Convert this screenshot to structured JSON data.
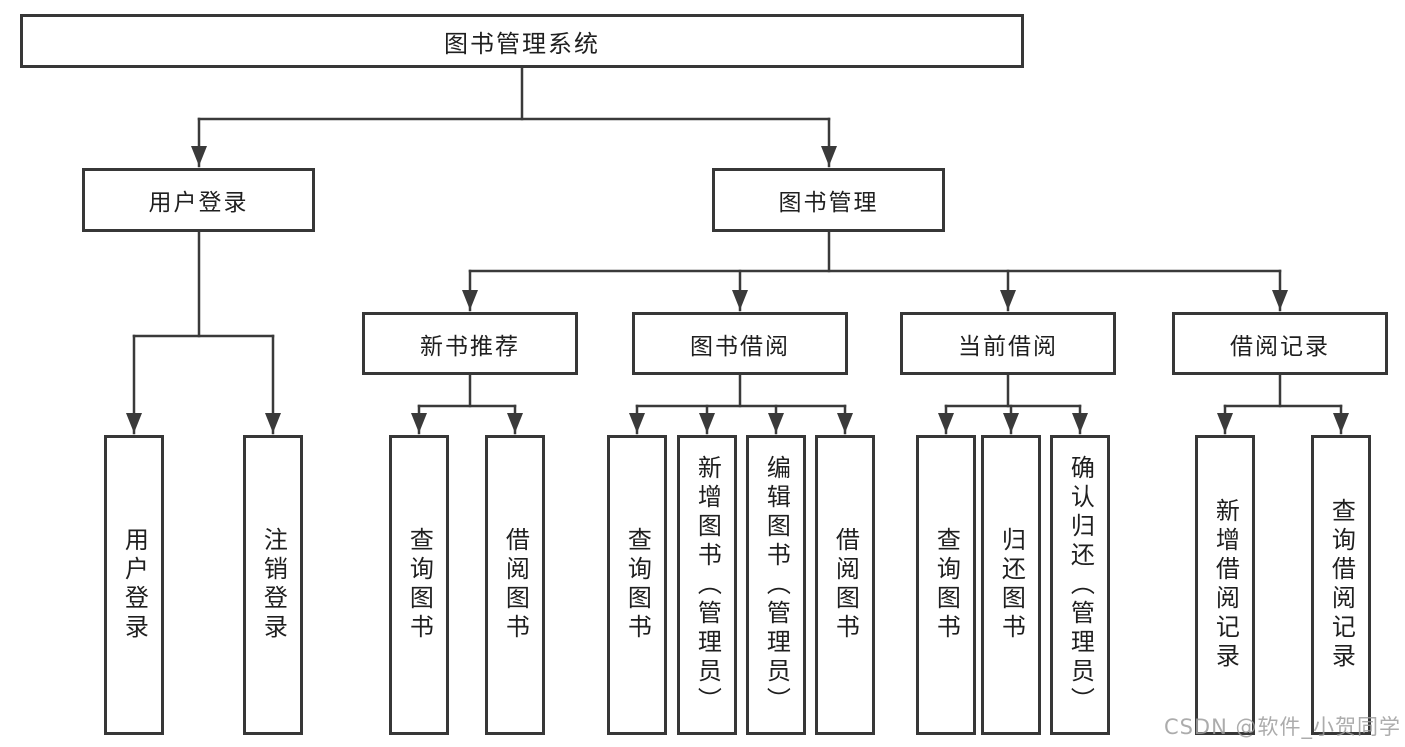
{
  "diagram": {
    "type": "tree",
    "root": {
      "label": "图书管理系统"
    },
    "branches": [
      {
        "label": "用户登录",
        "children": [
          {
            "label": "用户登录"
          },
          {
            "label": "注销登录"
          }
        ]
      },
      {
        "label": "图书管理",
        "children": [
          {
            "label": "新书推荐",
            "children": [
              {
                "label": "查询图书"
              },
              {
                "label": "借阅图书"
              }
            ]
          },
          {
            "label": "图书借阅",
            "children": [
              {
                "label": "查询图书"
              },
              {
                "label": "新增图书（管理员）"
              },
              {
                "label": "编辑图书（管理员）"
              },
              {
                "label": "借阅图书"
              }
            ]
          },
          {
            "label": "当前借阅",
            "children": [
              {
                "label": "查询图书"
              },
              {
                "label": "归还图书"
              },
              {
                "label": "确认归还（管理员）"
              }
            ]
          },
          {
            "label": "借阅记录",
            "children": [
              {
                "label": "新增借阅记录"
              },
              {
                "label": "查询借阅记录"
              }
            ]
          }
        ]
      }
    ]
  },
  "watermark": {
    "text": "CSDN @软件_小贺同学"
  },
  "colors": {
    "line": "#3a3a3a",
    "box_border": "#373737",
    "text": "#1f1f1f",
    "watermark": "#9e9e9e",
    "background": "#ffffff"
  }
}
